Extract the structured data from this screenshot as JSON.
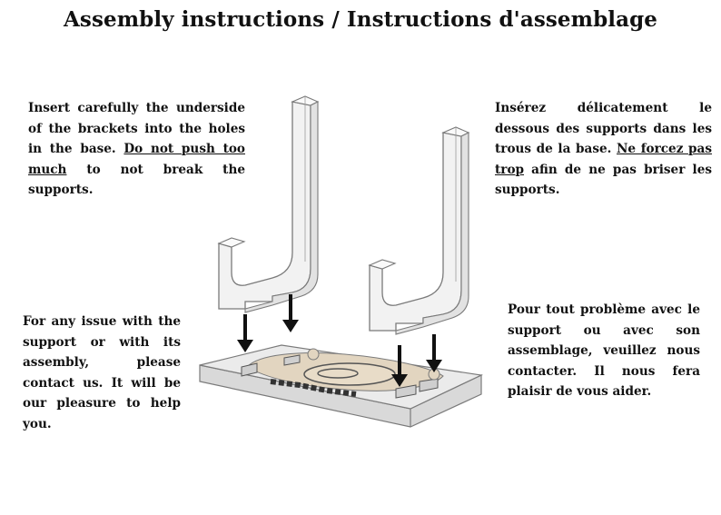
{
  "title": "Assembly instructions / Instructions d'assemblage",
  "instructions": {
    "en_insert": {
      "before": "Insert carefully the underside of the brackets into the holes in the base. ",
      "emphasis": "Do not push too much",
      "after": " to not break the supports."
    },
    "fr_insert": {
      "before": "Insérez délicatement le dessous des supports dans les trous de la base. ",
      "emphasis": "Ne forcez pas trop",
      "after": " afin de ne pas briser les supports."
    },
    "en_contact": "For any issue with the support or with its assembly, please contact us. It will be our pleasure to help you.",
    "fr_contact": "Pour tout problème avec le support ou avec son assemblage, veuillez nous contacter. Il nous fera plaisir de vous aider."
  },
  "illustration": {
    "parts": [
      "bracket-left",
      "bracket-right",
      "base-plate"
    ],
    "arrow_count": 4,
    "colors": {
      "outline": "#7a7a7a",
      "plastic": "#f2f2f2",
      "base": "#e6e6e6",
      "oval": "#e2d5c0",
      "arrow": "#111111"
    }
  }
}
